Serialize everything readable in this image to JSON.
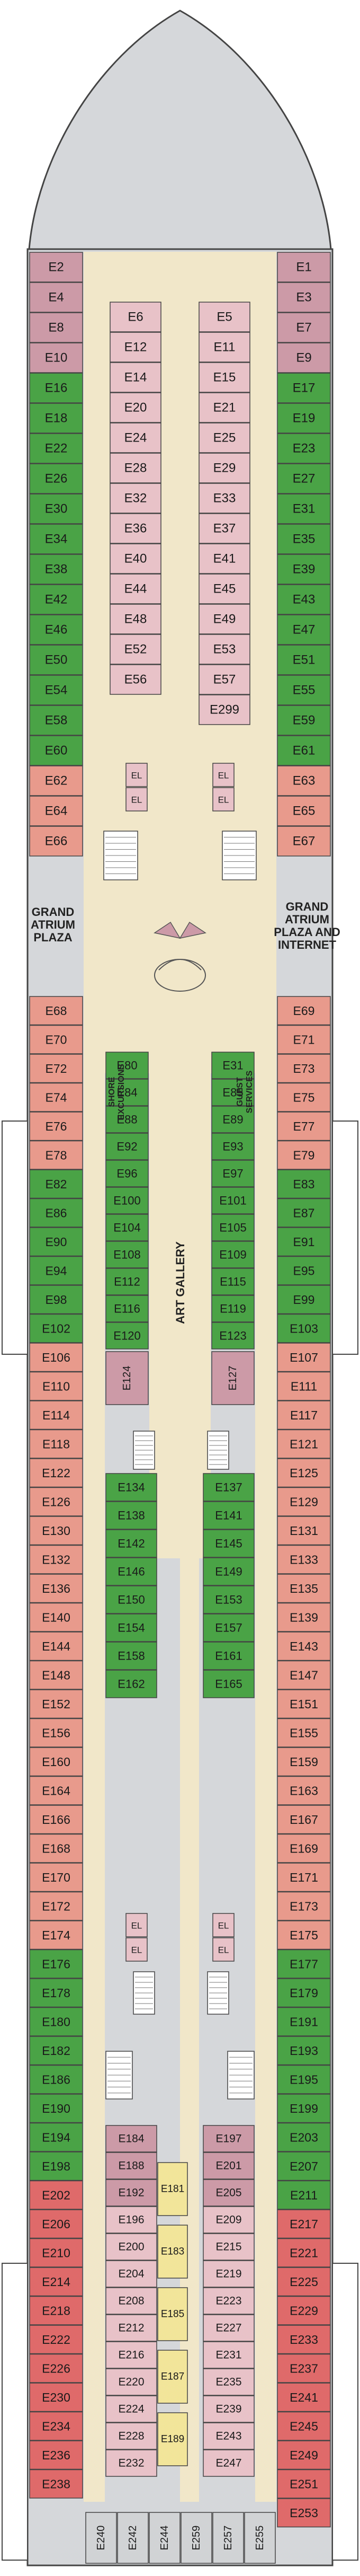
{
  "colors": {
    "green": "#4aa346",
    "salmon": "#e89a8c",
    "red": "#df6a6a",
    "mauve": "#cc9aa7",
    "pink": "#e8c2c8",
    "yellow": "#f2e59a",
    "corridor": "#f1e7c9",
    "hull": "#d5d7da",
    "gray": "#d1d3d5",
    "outline": "#444444"
  },
  "icons": {
    "elevator": "elevator-icon",
    "stairs": "stairs-icon",
    "bed": "bed-icon",
    "sofa": "sofa-icon",
    "atrium": "atrium-fountain-icon"
  },
  "venues": {
    "grand_atrium_plaza": [
      "GRAND",
      "ATRIUM",
      "PLAZA"
    ],
    "grand_atrium_internet": [
      "GRAND",
      "ATRIUM",
      "PLAZA AND",
      "INTERNET"
    ],
    "shore_excursions": [
      "SHORE",
      "EXCURSIONS"
    ],
    "guest_services": [
      "GUEST",
      "SERVICES"
    ],
    "art_gallery": "ART GALLERY",
    "elevator_label": "EL"
  },
  "cabins": {
    "port_outer": [
      {
        "no": "E2",
        "c": "mauve"
      },
      {
        "no": "E4",
        "c": "mauve"
      },
      {
        "no": "E8",
        "c": "mauve"
      },
      {
        "no": "E10",
        "c": "mauve"
      },
      {
        "no": "E16",
        "c": "green"
      },
      {
        "no": "E18",
        "c": "green"
      },
      {
        "no": "E22",
        "c": "green"
      },
      {
        "no": "E26",
        "c": "green"
      },
      {
        "no": "E30",
        "c": "green"
      },
      {
        "no": "E34",
        "c": "green"
      },
      {
        "no": "E38",
        "c": "green"
      },
      {
        "no": "E42",
        "c": "green"
      },
      {
        "no": "E46",
        "c": "green"
      },
      {
        "no": "E50",
        "c": "green"
      },
      {
        "no": "E54",
        "c": "green"
      },
      {
        "no": "E58",
        "c": "green"
      },
      {
        "no": "E60",
        "c": "green"
      },
      {
        "no": "E62",
        "c": "salmon"
      },
      {
        "no": "E64",
        "c": "salmon"
      },
      {
        "no": "E66",
        "c": "salmon"
      }
    ],
    "stbd_outer": [
      {
        "no": "E1",
        "c": "mauve"
      },
      {
        "no": "E3",
        "c": "mauve"
      },
      {
        "no": "E7",
        "c": "mauve"
      },
      {
        "no": "E9",
        "c": "mauve"
      },
      {
        "no": "E17",
        "c": "green"
      },
      {
        "no": "E19",
        "c": "green"
      },
      {
        "no": "E23",
        "c": "green"
      },
      {
        "no": "E27",
        "c": "green"
      },
      {
        "no": "E31",
        "c": "green"
      },
      {
        "no": "E35",
        "c": "green"
      },
      {
        "no": "E39",
        "c": "green"
      },
      {
        "no": "E43",
        "c": "green"
      },
      {
        "no": "E47",
        "c": "green"
      },
      {
        "no": "E51",
        "c": "green"
      },
      {
        "no": "E55",
        "c": "green"
      },
      {
        "no": "E59",
        "c": "green"
      },
      {
        "no": "E61",
        "c": "green"
      },
      {
        "no": "E63",
        "c": "salmon"
      },
      {
        "no": "E65",
        "c": "salmon"
      },
      {
        "no": "E67",
        "c": "salmon"
      }
    ],
    "port_inner_fwd": [
      {
        "no": "E6",
        "c": "pink"
      },
      {
        "no": "E12",
        "c": "pink"
      },
      {
        "no": "E14",
        "c": "pink"
      },
      {
        "no": "E20",
        "c": "pink"
      },
      {
        "no": "E24",
        "c": "pink"
      },
      {
        "no": "E28",
        "c": "pink"
      },
      {
        "no": "E32",
        "c": "pink"
      },
      {
        "no": "E36",
        "c": "pink"
      },
      {
        "no": "E40",
        "c": "pink"
      },
      {
        "no": "E44",
        "c": "pink"
      },
      {
        "no": "E48",
        "c": "pink"
      },
      {
        "no": "E52",
        "c": "pink"
      },
      {
        "no": "E56",
        "c": "pink"
      }
    ],
    "stbd_inner_fwd": [
      {
        "no": "E5",
        "c": "pink"
      },
      {
        "no": "E11",
        "c": "pink"
      },
      {
        "no": "E15",
        "c": "pink"
      },
      {
        "no": "E21",
        "c": "pink"
      },
      {
        "no": "E25",
        "c": "pink"
      },
      {
        "no": "E29",
        "c": "pink"
      },
      {
        "no": "E33",
        "c": "pink"
      },
      {
        "no": "E37",
        "c": "pink"
      },
      {
        "no": "E41",
        "c": "pink"
      },
      {
        "no": "E45",
        "c": "pink"
      },
      {
        "no": "E49",
        "c": "pink"
      },
      {
        "no": "E53",
        "c": "pink"
      },
      {
        "no": "E57",
        "c": "pink"
      },
      {
        "no": "E299",
        "c": "pink"
      }
    ],
    "port_outer_mid": [
      {
        "no": "E68",
        "c": "salmon"
      },
      {
        "no": "E70",
        "c": "salmon"
      },
      {
        "no": "E72",
        "c": "salmon"
      },
      {
        "no": "E74",
        "c": "salmon"
      },
      {
        "no": "E76",
        "c": "salmon"
      },
      {
        "no": "E78",
        "c": "salmon"
      },
      {
        "no": "E82",
        "c": "green"
      },
      {
        "no": "E86",
        "c": "green"
      },
      {
        "no": "E90",
        "c": "green"
      },
      {
        "no": "E94",
        "c": "green"
      },
      {
        "no": "E98",
        "c": "green"
      },
      {
        "no": "E102",
        "c": "green"
      },
      {
        "no": "E106",
        "c": "salmon"
      },
      {
        "no": "E110",
        "c": "salmon"
      },
      {
        "no": "E114",
        "c": "salmon"
      },
      {
        "no": "E118",
        "c": "salmon"
      },
      {
        "no": "E122",
        "c": "salmon"
      },
      {
        "no": "E126",
        "c": "salmon"
      },
      {
        "no": "E130",
        "c": "salmon"
      },
      {
        "no": "E132",
        "c": "salmon"
      },
      {
        "no": "E136",
        "c": "salmon"
      },
      {
        "no": "E140",
        "c": "salmon"
      },
      {
        "no": "E144",
        "c": "salmon"
      },
      {
        "no": "E148",
        "c": "salmon"
      },
      {
        "no": "E152",
        "c": "salmon"
      },
      {
        "no": "E156",
        "c": "salmon"
      },
      {
        "no": "E160",
        "c": "salmon"
      },
      {
        "no": "E164",
        "c": "salmon"
      },
      {
        "no": "E166",
        "c": "salmon"
      },
      {
        "no": "E168",
        "c": "salmon"
      },
      {
        "no": "E170",
        "c": "salmon"
      },
      {
        "no": "E172",
        "c": "salmon"
      },
      {
        "no": "E174",
        "c": "salmon"
      },
      {
        "no": "E176",
        "c": "green"
      },
      {
        "no": "E178",
        "c": "green"
      },
      {
        "no": "E180",
        "c": "green"
      },
      {
        "no": "E182",
        "c": "green"
      },
      {
        "no": "E186",
        "c": "green"
      },
      {
        "no": "E190",
        "c": "green"
      },
      {
        "no": "E194",
        "c": "green"
      },
      {
        "no": "E198",
        "c": "green"
      },
      {
        "no": "E202",
        "c": "red"
      },
      {
        "no": "E206",
        "c": "red"
      },
      {
        "no": "E210",
        "c": "red"
      },
      {
        "no": "E214",
        "c": "red"
      },
      {
        "no": "E218",
        "c": "red"
      },
      {
        "no": "E222",
        "c": "red"
      },
      {
        "no": "E226",
        "c": "red"
      },
      {
        "no": "E230",
        "c": "red"
      },
      {
        "no": "E234",
        "c": "red"
      },
      {
        "no": "E236",
        "c": "red"
      },
      {
        "no": "E238",
        "c": "red"
      }
    ],
    "stbd_outer_mid": [
      {
        "no": "E69",
        "c": "salmon"
      },
      {
        "no": "E71",
        "c": "salmon"
      },
      {
        "no": "E73",
        "c": "salmon"
      },
      {
        "no": "E75",
        "c": "salmon"
      },
      {
        "no": "E77",
        "c": "salmon"
      },
      {
        "no": "E79",
        "c": "salmon"
      },
      {
        "no": "E83",
        "c": "green"
      },
      {
        "no": "E87",
        "c": "green"
      },
      {
        "no": "E91",
        "c": "green"
      },
      {
        "no": "E95",
        "c": "green"
      },
      {
        "no": "E99",
        "c": "green"
      },
      {
        "no": "E103",
        "c": "green"
      },
      {
        "no": "E107",
        "c": "salmon"
      },
      {
        "no": "E111",
        "c": "salmon"
      },
      {
        "no": "E117",
        "c": "salmon"
      },
      {
        "no": "E121",
        "c": "salmon"
      },
      {
        "no": "E125",
        "c": "salmon"
      },
      {
        "no": "E129",
        "c": "salmon"
      },
      {
        "no": "E131",
        "c": "salmon"
      },
      {
        "no": "E133",
        "c": "salmon"
      },
      {
        "no": "E135",
        "c": "salmon"
      },
      {
        "no": "E139",
        "c": "salmon"
      },
      {
        "no": "E143",
        "c": "salmon"
      },
      {
        "no": "E147",
        "c": "salmon"
      },
      {
        "no": "E151",
        "c": "salmon"
      },
      {
        "no": "E155",
        "c": "salmon"
      },
      {
        "no": "E159",
        "c": "salmon"
      },
      {
        "no": "E163",
        "c": "salmon"
      },
      {
        "no": "E167",
        "c": "salmon"
      },
      {
        "no": "E169",
        "c": "salmon"
      },
      {
        "no": "E171",
        "c": "salmon"
      },
      {
        "no": "E173",
        "c": "salmon"
      },
      {
        "no": "E175",
        "c": "salmon"
      },
      {
        "no": "E177",
        "c": "green"
      },
      {
        "no": "E179",
        "c": "green"
      },
      {
        "no": "E191",
        "c": "green"
      },
      {
        "no": "E193",
        "c": "green"
      },
      {
        "no": "E195",
        "c": "green"
      },
      {
        "no": "E199",
        "c": "green"
      },
      {
        "no": "E203",
        "c": "green"
      },
      {
        "no": "E207",
        "c": "green"
      },
      {
        "no": "E211",
        "c": "green"
      },
      {
        "no": "E217",
        "c": "red"
      },
      {
        "no": "E221",
        "c": "red"
      },
      {
        "no": "E225",
        "c": "red"
      },
      {
        "no": "E229",
        "c": "red"
      },
      {
        "no": "E233",
        "c": "red"
      },
      {
        "no": "E237",
        "c": "red"
      },
      {
        "no": "E241",
        "c": "red"
      },
      {
        "no": "E245",
        "c": "red"
      },
      {
        "no": "E249",
        "c": "red"
      },
      {
        "no": "E251",
        "c": "red"
      },
      {
        "no": "E253",
        "c": "red"
      }
    ],
    "port_inner_mid": [
      {
        "no": "E80",
        "c": "green"
      },
      {
        "no": "E84",
        "c": "green"
      },
      {
        "no": "E88",
        "c": "green"
      },
      {
        "no": "E92",
        "c": "green"
      },
      {
        "no": "E96",
        "c": "green"
      },
      {
        "no": "E100",
        "c": "green"
      },
      {
        "no": "E104",
        "c": "green"
      },
      {
        "no": "E108",
        "c": "green"
      },
      {
        "no": "E112",
        "c": "green"
      },
      {
        "no": "E116",
        "c": "green"
      },
      {
        "no": "E120",
        "c": "green"
      },
      {
        "no": "E124",
        "c": "mauve"
      }
    ],
    "stbd_inner_mid": [
      {
        "no": "E31",
        "c": "green"
      },
      {
        "no": "E85",
        "c": "green"
      },
      {
        "no": "E89",
        "c": "green"
      },
      {
        "no": "E93",
        "c": "green"
      },
      {
        "no": "E97",
        "c": "green"
      },
      {
        "no": "E101",
        "c": "green"
      },
      {
        "no": "E105",
        "c": "green"
      },
      {
        "no": "E109",
        "c": "green"
      },
      {
        "no": "E115",
        "c": "green"
      },
      {
        "no": "E119",
        "c": "green"
      },
      {
        "no": "E123",
        "c": "green"
      },
      {
        "no": "E127",
        "c": "mauve"
      }
    ],
    "port_inner_aft": [
      {
        "no": "E134",
        "c": "green"
      },
      {
        "no": "E138",
        "c": "green"
      },
      {
        "no": "E142",
        "c": "green"
      },
      {
        "no": "E146",
        "c": "green"
      },
      {
        "no": "E150",
        "c": "green"
      },
      {
        "no": "E154",
        "c": "green"
      },
      {
        "no": "E158",
        "c": "green"
      },
      {
        "no": "E162",
        "c": "green"
      }
    ],
    "stbd_inner_aft": [
      {
        "no": "E137",
        "c": "green"
      },
      {
        "no": "E141",
        "c": "green"
      },
      {
        "no": "E145",
        "c": "green"
      },
      {
        "no": "E149",
        "c": "green"
      },
      {
        "no": "E153",
        "c": "green"
      },
      {
        "no": "E157",
        "c": "green"
      },
      {
        "no": "E161",
        "c": "green"
      },
      {
        "no": "E165",
        "c": "green"
      }
    ],
    "port_inner_stern": [
      {
        "no": "E184",
        "c": "mauve"
      },
      {
        "no": "E188",
        "c": "mauve"
      },
      {
        "no": "E192",
        "c": "mauve"
      },
      {
        "no": "E196",
        "c": "pink"
      },
      {
        "no": "E200",
        "c": "pink"
      },
      {
        "no": "E204",
        "c": "pink"
      },
      {
        "no": "E208",
        "c": "pink"
      },
      {
        "no": "E212",
        "c": "pink"
      },
      {
        "no": "E216",
        "c": "pink"
      },
      {
        "no": "E220",
        "c": "pink"
      },
      {
        "no": "E224",
        "c": "pink"
      },
      {
        "no": "E228",
        "c": "pink"
      },
      {
        "no": "E232",
        "c": "pink"
      }
    ],
    "stbd_inner_stern": [
      {
        "no": "E197",
        "c": "mauve"
      },
      {
        "no": "E201",
        "c": "mauve"
      },
      {
        "no": "E205",
        "c": "mauve"
      },
      {
        "no": "E209",
        "c": "pink"
      },
      {
        "no": "E215",
        "c": "pink"
      },
      {
        "no": "E219",
        "c": "pink"
      },
      {
        "no": "E223",
        "c": "pink"
      },
      {
        "no": "E227",
        "c": "pink"
      },
      {
        "no": "E231",
        "c": "pink"
      },
      {
        "no": "E235",
        "c": "pink"
      },
      {
        "no": "E239",
        "c": "pink"
      },
      {
        "no": "E243",
        "c": "pink"
      },
      {
        "no": "E247",
        "c": "pink"
      }
    ],
    "center_yellow": [
      {
        "no": "E181",
        "c": "yellow"
      },
      {
        "no": "E183",
        "c": "yellow"
      },
      {
        "no": "E185",
        "c": "yellow"
      },
      {
        "no": "E187",
        "c": "yellow"
      },
      {
        "no": "E189",
        "c": "yellow"
      }
    ],
    "stern_row": [
      {
        "no": "E240",
        "c": "gray"
      },
      {
        "no": "E242",
        "c": "gray"
      },
      {
        "no": "E244",
        "c": "gray"
      },
      {
        "no": "E259",
        "c": "gray"
      },
      {
        "no": "E257",
        "c": "gray"
      },
      {
        "no": "E255",
        "c": "gray"
      }
    ]
  }
}
